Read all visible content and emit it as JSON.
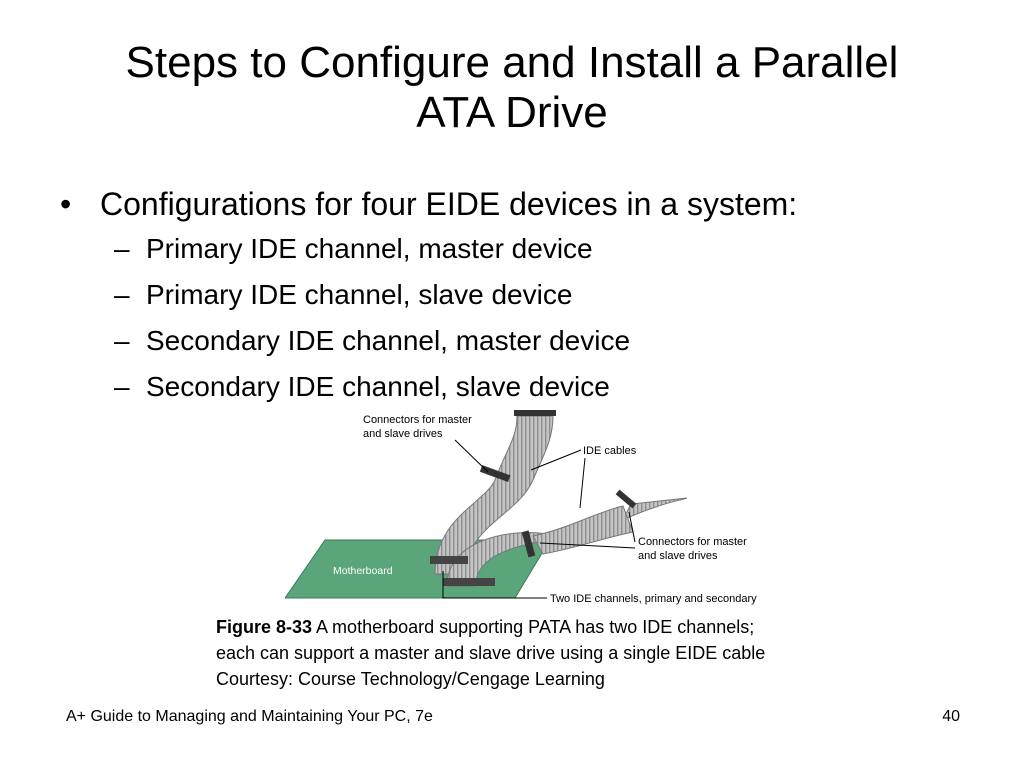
{
  "slide": {
    "title_line1": "Steps to Configure and Install a Parallel",
    "title_line2": "ATA Drive",
    "bullet_main": "Configurations for four EIDE devices in a system:",
    "subitems": [
      "Primary IDE channel, master device",
      "Primary IDE channel, slave device",
      "Secondary IDE channel, master device",
      "Secondary IDE channel, slave device"
    ],
    "bullet_mark": "•",
    "dash_mark": "–"
  },
  "figure": {
    "label_connectors_top_l1": "Connectors for master",
    "label_connectors_top_l2": "and slave drives",
    "label_ide_cables": "IDE cables",
    "label_connectors_right_l1": "Connectors for master",
    "label_connectors_right_l2": "and slave drives",
    "label_motherboard": "Motherboard",
    "label_two_channels": "Two IDE channels, primary and secondary",
    "colors": {
      "board": "#5aa57a",
      "cable": "#b9b9b9",
      "connector": "#333333"
    }
  },
  "caption": {
    "figure_label": "Figure 8-33",
    "line1": "A motherboard supporting PATA has two IDE channels;",
    "line2": "each can support a master and slave drive using a single EIDE cable",
    "line3": "Courtesy: Course Technology/Cengage Learning"
  },
  "footer": {
    "book": "A+ Guide to Managing and Maintaining Your PC, 7e",
    "page": "40"
  }
}
